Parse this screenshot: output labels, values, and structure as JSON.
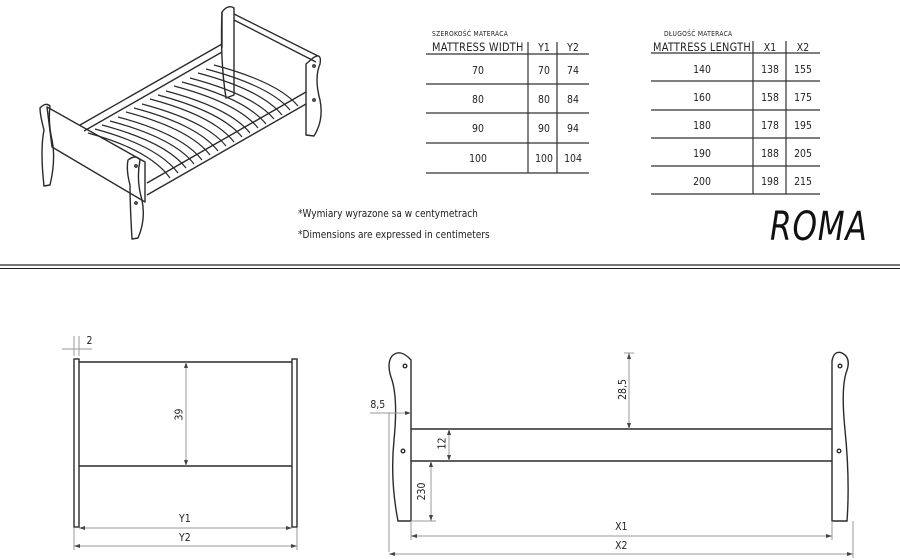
{
  "title": "ROMA",
  "notes": [
    "*Wymiary wyrazone sa w centymetrach",
    "*Dimensions are expressed in centimeters"
  ],
  "width_table": {
    "caption_pl": "SZEROKOŚĆ MATERACA",
    "headers": [
      "MATTRESS WIDTH",
      "Y1",
      "Y2"
    ],
    "rows": [
      [
        "70",
        "70",
        "74"
      ],
      [
        "80",
        "80",
        "84"
      ],
      [
        "90",
        "90",
        "94"
      ],
      [
        "100",
        "100",
        "104"
      ]
    ]
  },
  "length_table": {
    "caption_pl": "DŁUGOŚĆ MATERACA",
    "headers": [
      "MATTRESS LENGTH",
      "X1",
      "X2"
    ],
    "rows": [
      [
        "140",
        "138",
        "155"
      ],
      [
        "160",
        "158",
        "175"
      ],
      [
        "180",
        "178",
        "195"
      ],
      [
        "190",
        "188",
        "205"
      ],
      [
        "200",
        "198",
        "215"
      ]
    ]
  },
  "front_view": {
    "dim_thickness": "2",
    "dim_height": "39",
    "dim_inner": "Y1",
    "dim_outer": "Y2"
  },
  "side_view": {
    "dim_offset": "8,5",
    "dim_rail": "12",
    "dim_top": "28,5",
    "dim_floor": "230",
    "dim_inner": "X1",
    "dim_outer": "X2"
  },
  "colors": {
    "line": "#2a2a2a",
    "dim_line": "#9a9a9a",
    "background": "#ffffff"
  }
}
